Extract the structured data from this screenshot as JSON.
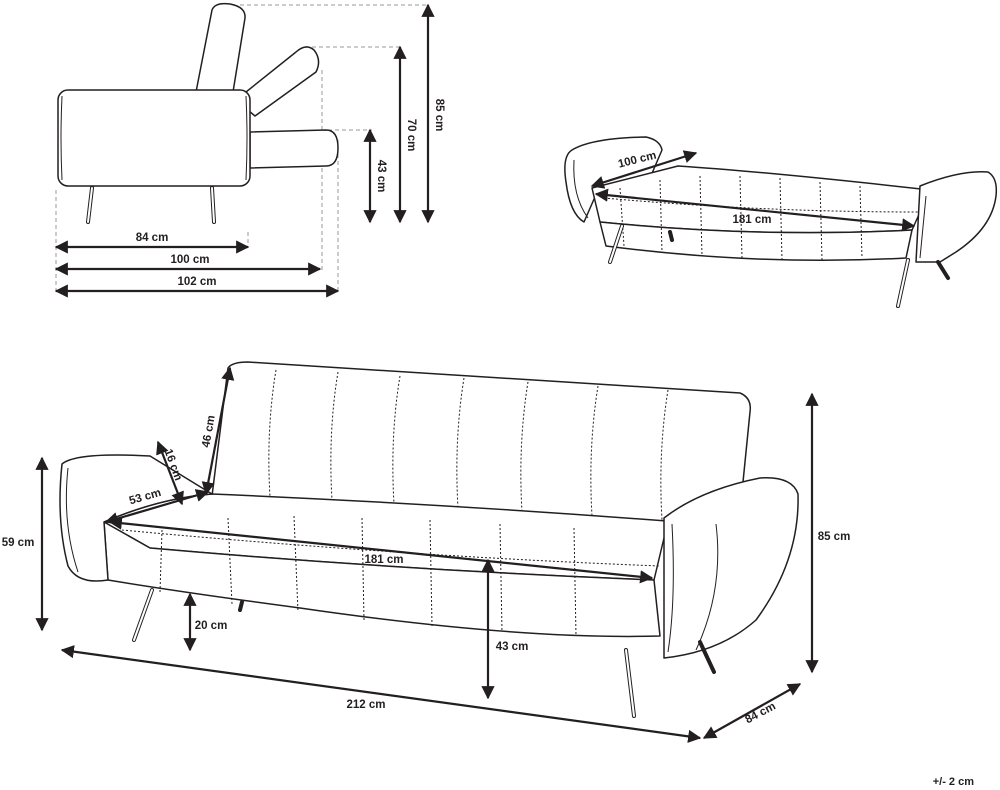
{
  "side_view": {
    "width_closed": "84 cm",
    "width_reclined": "100 cm",
    "width_bed": "102 cm",
    "height_back": "85 cm",
    "height_reclined": "70 cm",
    "height_bed": "43 cm"
  },
  "bed_view": {
    "bed_depth": "100 cm",
    "bed_length": "181 cm"
  },
  "front_view": {
    "back_height": "46 cm",
    "armrest_height": "16 cm",
    "seat_depth": "53 cm",
    "seat_width": "181 cm",
    "arm_height": "59 cm",
    "total_height": "85 cm",
    "leg_height": "20 cm",
    "seat_height": "43 cm",
    "total_width": "212 cm",
    "total_depth": "84 cm"
  },
  "tolerance": "+/- 2 cm"
}
